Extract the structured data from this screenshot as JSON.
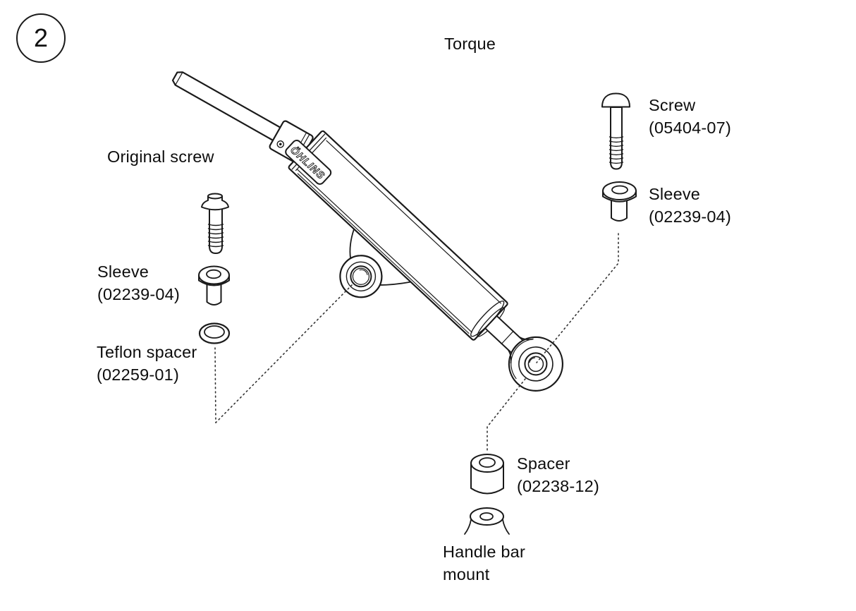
{
  "figure": {
    "number": "2",
    "title": "Torque",
    "brand_logo": "ÖHLINS"
  },
  "labels": {
    "original_screw": "Original screw",
    "sleeve_left": {
      "name": "Sleeve",
      "part_no": "(02239-04)"
    },
    "teflon_spacer": {
      "name": "Teflon spacer",
      "part_no": "(02259-01)"
    },
    "screw_right": {
      "name": "Screw",
      "part_no": "(05404-07)"
    },
    "sleeve_right": {
      "name": "Sleeve",
      "part_no": "(02239-04)"
    },
    "spacer": {
      "name": "Spacer",
      "part_no": "(02238-12)"
    },
    "handlebar_mount": {
      "line1": "Handle bar",
      "line2": "mount"
    }
  }
}
